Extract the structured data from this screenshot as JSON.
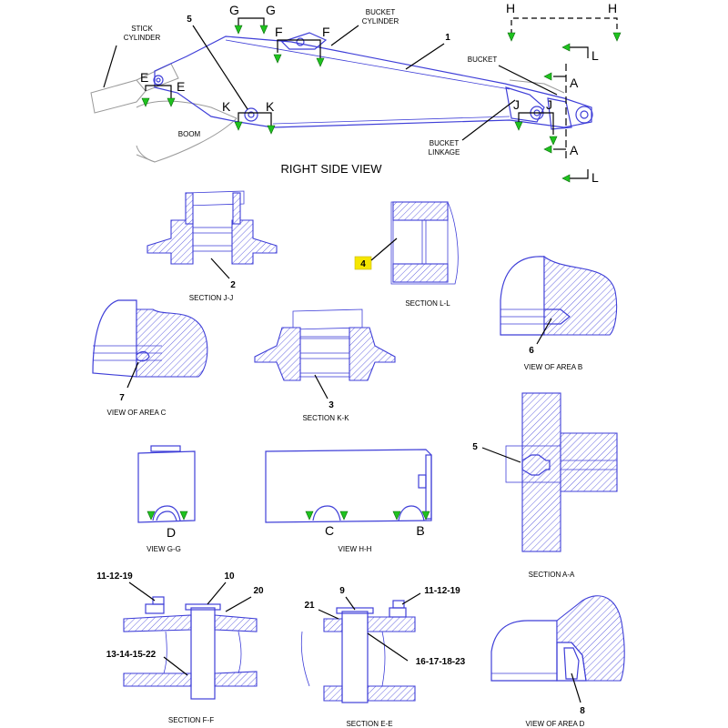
{
  "views": {
    "right_side": "RIGHT SIDE VIEW",
    "jj": "SECTION J-J",
    "ll": "SECTION L-L",
    "area_b": "VIEW OF AREA B",
    "area_c": "VIEW OF AREA C",
    "kk": "SECTION K-K",
    "gg": "VIEW G-G",
    "hh": "VIEW H-H",
    "aa": "SECTION A-A",
    "ff": "SECTION F-F",
    "ee": "SECTION E-E",
    "area_d": "VIEW OF AREA D"
  },
  "components": {
    "stick_cylinder": [
      "STICK",
      "CYLINDER"
    ],
    "bucket_cylinder": [
      "BUCKET",
      "CYLINDER"
    ],
    "bucket": "BUCKET",
    "boom": "BOOM",
    "bucket_linkage": [
      "BUCKET",
      "LINKAGE"
    ]
  },
  "section_letters": {
    "g": "G",
    "f": "F",
    "e": "E",
    "k": "K",
    "h": "H",
    "l": "L",
    "a": "A",
    "j": "J",
    "d": "D",
    "c": "C",
    "b": "B"
  },
  "callouts": {
    "n1": "1",
    "n2": "2",
    "n3": "3",
    "n4": "4",
    "n5": "5",
    "n6": "6",
    "n7": "7",
    "n8": "8",
    "n9": "9",
    "n10": "10",
    "n20": "20",
    "n21": "21",
    "n11_12_19": "11-12-19",
    "n13_14_15_22": "13-14-15-22",
    "n16_17_18_23": "16-17-18-23"
  },
  "colors": {
    "part_line": "#3f3fd8",
    "arrow": "#1fc21f",
    "highlight": "#f5e600"
  }
}
